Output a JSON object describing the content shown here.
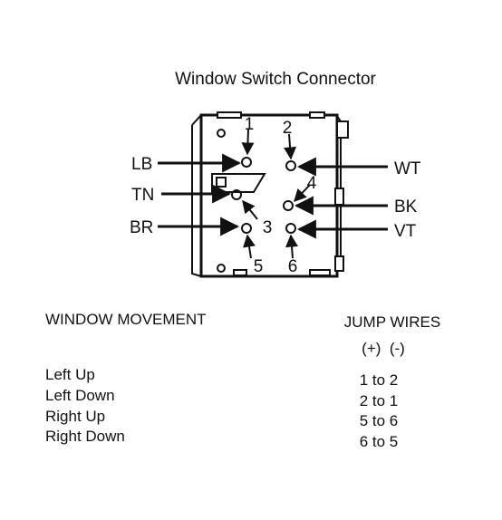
{
  "diagram": {
    "title": "Window Switch Connector",
    "left_wires": [
      "LB",
      "TN",
      "BR"
    ],
    "right_wires": [
      "WT",
      "BK",
      "VT"
    ],
    "pins": [
      "1",
      "2",
      "3",
      "4",
      "5",
      "6"
    ]
  },
  "table": {
    "col1_header": "WINDOW MOVEMENT",
    "col2_header": "JUMP WIRES",
    "polarity": "(+)  (-)",
    "rows": [
      {
        "movement": "Left Up",
        "jump": "1 to 2"
      },
      {
        "movement": "Left Down",
        "jump": "2 to 1"
      },
      {
        "movement": "Right Up",
        "jump": "5 to 6"
      },
      {
        "movement": "Right Down",
        "jump": "6 to 5"
      }
    ]
  }
}
